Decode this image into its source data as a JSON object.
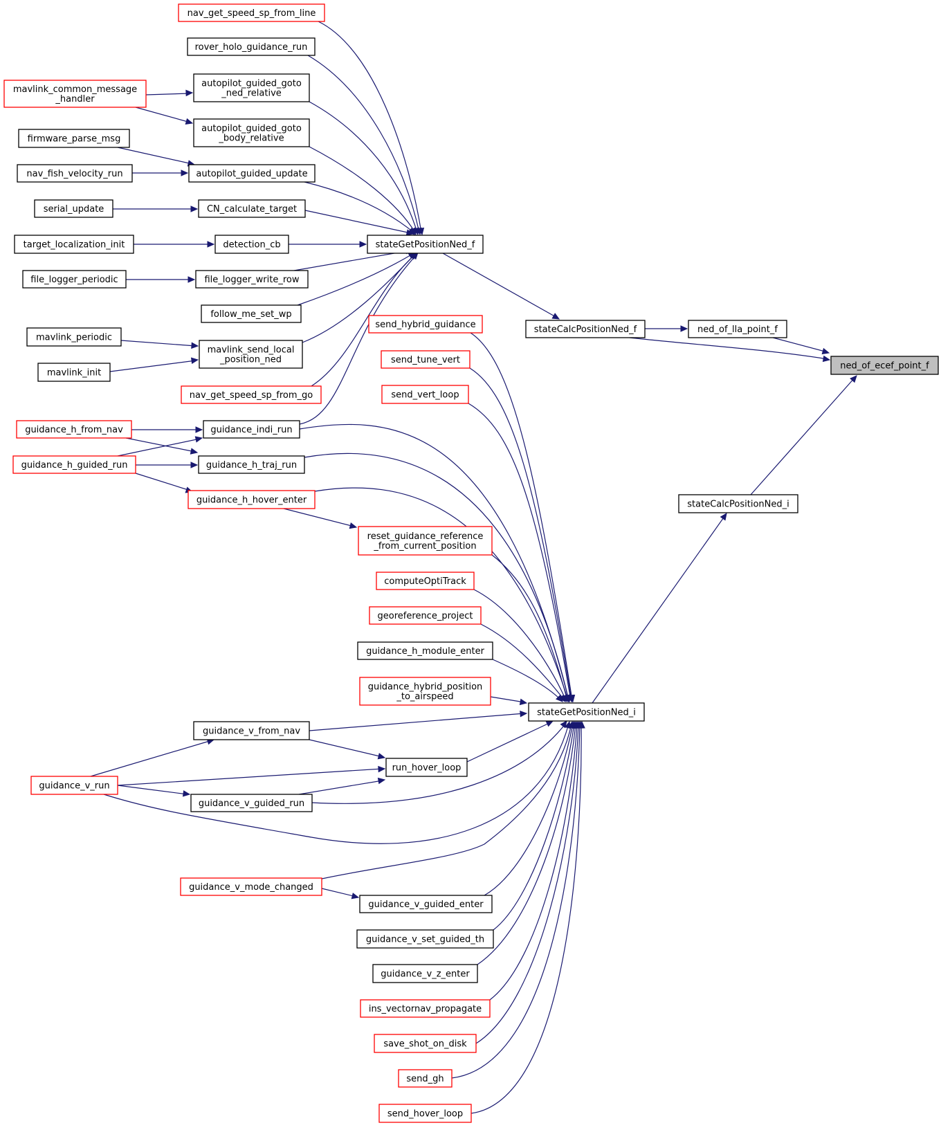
{
  "diagram": {
    "colors": {
      "edge": "#191970",
      "node_border_normal": "#000000",
      "node_border_truncated": "#ff0000",
      "highlight_fill": "#bfbfbf"
    },
    "nodes": [
      {
        "id": "n_ned_ecef",
        "lines": [
          "ned_of_ecef_point_f"
        ],
        "style": "highlight"
      },
      {
        "id": "n_calc_f",
        "lines": [
          "stateCalcPositionNed_f"
        ],
        "style": "normal"
      },
      {
        "id": "n_ned_lla",
        "lines": [
          "ned_of_lla_point_f"
        ],
        "style": "normal"
      },
      {
        "id": "n_calc_i",
        "lines": [
          "stateCalcPositionNed_i"
        ],
        "style": "normal"
      },
      {
        "id": "n_get_f",
        "lines": [
          "stateGetPositionNed_f"
        ],
        "style": "normal"
      },
      {
        "id": "n_get_i",
        "lines": [
          "stateGetPositionNed_i"
        ],
        "style": "normal"
      },
      {
        "id": "n_nav_line",
        "lines": [
          "nav_get_speed_sp_from_line"
        ],
        "style": "red"
      },
      {
        "id": "n_rover",
        "lines": [
          "rover_holo_guidance_run"
        ],
        "style": "normal"
      },
      {
        "id": "n_ag_ned",
        "lines": [
          "autopilot_guided_goto",
          "_ned_relative"
        ],
        "style": "normal"
      },
      {
        "id": "n_mavlink_cmh",
        "lines": [
          "mavlink_common_message",
          "_handler"
        ],
        "style": "red"
      },
      {
        "id": "n_ag_body",
        "lines": [
          "autopilot_guided_goto",
          "_body_relative"
        ],
        "style": "normal"
      },
      {
        "id": "n_fw_parse",
        "lines": [
          "firmware_parse_msg"
        ],
        "style": "normal"
      },
      {
        "id": "n_ag_update",
        "lines": [
          "autopilot_guided_update"
        ],
        "style": "normal"
      },
      {
        "id": "n_fish",
        "lines": [
          "nav_fish_velocity_run"
        ],
        "style": "normal"
      },
      {
        "id": "n_serial",
        "lines": [
          "serial_update"
        ],
        "style": "normal"
      },
      {
        "id": "n_cn_calc",
        "lines": [
          "CN_calculate_target"
        ],
        "style": "normal"
      },
      {
        "id": "n_tl_init",
        "lines": [
          "target_localization_init"
        ],
        "style": "normal"
      },
      {
        "id": "n_detect",
        "lines": [
          "detection_cb"
        ],
        "style": "normal"
      },
      {
        "id": "n_fl_periodic",
        "lines": [
          "file_logger_periodic"
        ],
        "style": "normal"
      },
      {
        "id": "n_fl_write",
        "lines": [
          "file_logger_write_row"
        ],
        "style": "normal"
      },
      {
        "id": "n_follow",
        "lines": [
          "follow_me_set_wp"
        ],
        "style": "normal"
      },
      {
        "id": "n_mav_periodic",
        "lines": [
          "mavlink_periodic"
        ],
        "style": "normal"
      },
      {
        "id": "n_mav_send",
        "lines": [
          "mavlink_send_local",
          "_position_ned"
        ],
        "style": "normal"
      },
      {
        "id": "n_mav_init",
        "lines": [
          "mavlink_init"
        ],
        "style": "normal"
      },
      {
        "id": "n_nav_go",
        "lines": [
          "nav_get_speed_sp_from_go"
        ],
        "style": "red"
      },
      {
        "id": "n_gh_nav",
        "lines": [
          "guidance_h_from_nav"
        ],
        "style": "red"
      },
      {
        "id": "n_indi",
        "lines": [
          "guidance_indi_run"
        ],
        "style": "normal"
      },
      {
        "id": "n_gh_guided",
        "lines": [
          "guidance_h_guided_run"
        ],
        "style": "red"
      },
      {
        "id": "n_gh_traj",
        "lines": [
          "guidance_h_traj_run"
        ],
        "style": "normal"
      },
      {
        "id": "n_gh_hover",
        "lines": [
          "guidance_h_hover_enter"
        ],
        "style": "red"
      },
      {
        "id": "n_send_hybrid",
        "lines": [
          "send_hybrid_guidance"
        ],
        "style": "red"
      },
      {
        "id": "n_tune_vert",
        "lines": [
          "send_tune_vert"
        ],
        "style": "red"
      },
      {
        "id": "n_vert_loop",
        "lines": [
          "send_vert_loop"
        ],
        "style": "red"
      },
      {
        "id": "n_reset_ref",
        "lines": [
          "reset_guidance_reference",
          "_from_current_position"
        ],
        "style": "red"
      },
      {
        "id": "n_opti",
        "lines": [
          "computeOptiTrack"
        ],
        "style": "red"
      },
      {
        "id": "n_georef",
        "lines": [
          "georeference_project"
        ],
        "style": "red"
      },
      {
        "id": "n_gh_module",
        "lines": [
          "guidance_h_module_enter"
        ],
        "style": "normal"
      },
      {
        "id": "n_hybrid_pos",
        "lines": [
          "guidance_hybrid_position",
          "_to_airspeed"
        ],
        "style": "red"
      },
      {
        "id": "n_gv_nav",
        "lines": [
          "guidance_v_from_nav"
        ],
        "style": "normal"
      },
      {
        "id": "n_hover_loop",
        "lines": [
          "run_hover_loop"
        ],
        "style": "normal"
      },
      {
        "id": "n_gv_run",
        "lines": [
          "guidance_v_run"
        ],
        "style": "red"
      },
      {
        "id": "n_gv_guided",
        "lines": [
          "guidance_v_guided_run"
        ],
        "style": "normal"
      },
      {
        "id": "n_gv_mode",
        "lines": [
          "guidance_v_mode_changed"
        ],
        "style": "red"
      },
      {
        "id": "n_gv_genter",
        "lines": [
          "guidance_v_guided_enter"
        ],
        "style": "normal"
      },
      {
        "id": "n_gv_th",
        "lines": [
          "guidance_v_set_guided_th"
        ],
        "style": "normal"
      },
      {
        "id": "n_gv_z",
        "lines": [
          "guidance_v_z_enter"
        ],
        "style": "normal"
      },
      {
        "id": "n_ins_vn",
        "lines": [
          "ins_vectornav_propagate"
        ],
        "style": "red"
      },
      {
        "id": "n_save_shot",
        "lines": [
          "save_shot_on_disk"
        ],
        "style": "red"
      },
      {
        "id": "n_send_gh",
        "lines": [
          "send_gh"
        ],
        "style": "red"
      },
      {
        "id": "n_send_hover",
        "lines": [
          "send_hover_loop"
        ],
        "style": "red"
      }
    ]
  }
}
